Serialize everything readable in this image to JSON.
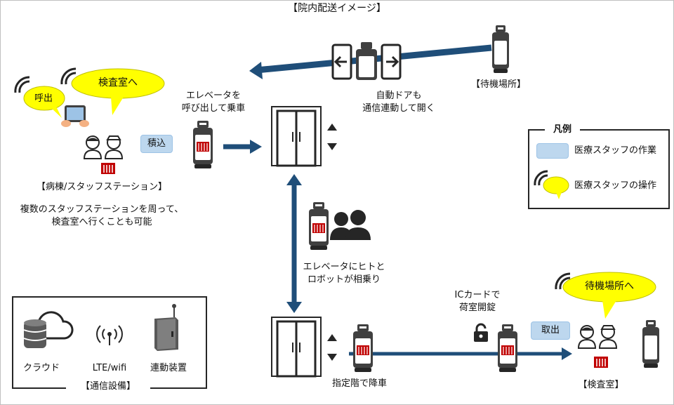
{
  "title": "【院内配送イメージ】",
  "top_flow": {
    "waiting_place": "【待機場所】",
    "auto_door_line1": "自動ドアも",
    "auto_door_line2": "通信連動して開く"
  },
  "ward": {
    "call_bubble": "呼出",
    "exam_bubble": "検査室へ",
    "load_box": "積込",
    "label": "【病棟/スタッフステーション】",
    "note_line1": "複数のスタッフステーションを周って、",
    "note_line2": "検査室へ行くことも可能"
  },
  "elevator_call": {
    "line1": "エレベータを",
    "line2": "呼び出して乗車"
  },
  "elevator_share": {
    "line1": "エレベータにヒトと",
    "line2": "ロボットが相乗り"
  },
  "alight": "指定階で降車",
  "ic_card": {
    "line1": "ICカードで",
    "line2": "荷室開錠"
  },
  "lab": {
    "take_box": "取出",
    "bubble": "待機場所へ",
    "label": "【検査室】"
  },
  "legend": {
    "title": "凡例",
    "staff_work": "医療スタッフの作業",
    "staff_operation": "医療スタッフの操作"
  },
  "comm": {
    "cloud": "クラウド",
    "wifi": "LTE/wifi",
    "device": "連動装置",
    "title": "【通信設備】"
  },
  "colors": {
    "arrow": "#1f4e79",
    "speech": "#ffff00",
    "staff_box": "#bdd7ee",
    "robot_red": "#c00000"
  }
}
